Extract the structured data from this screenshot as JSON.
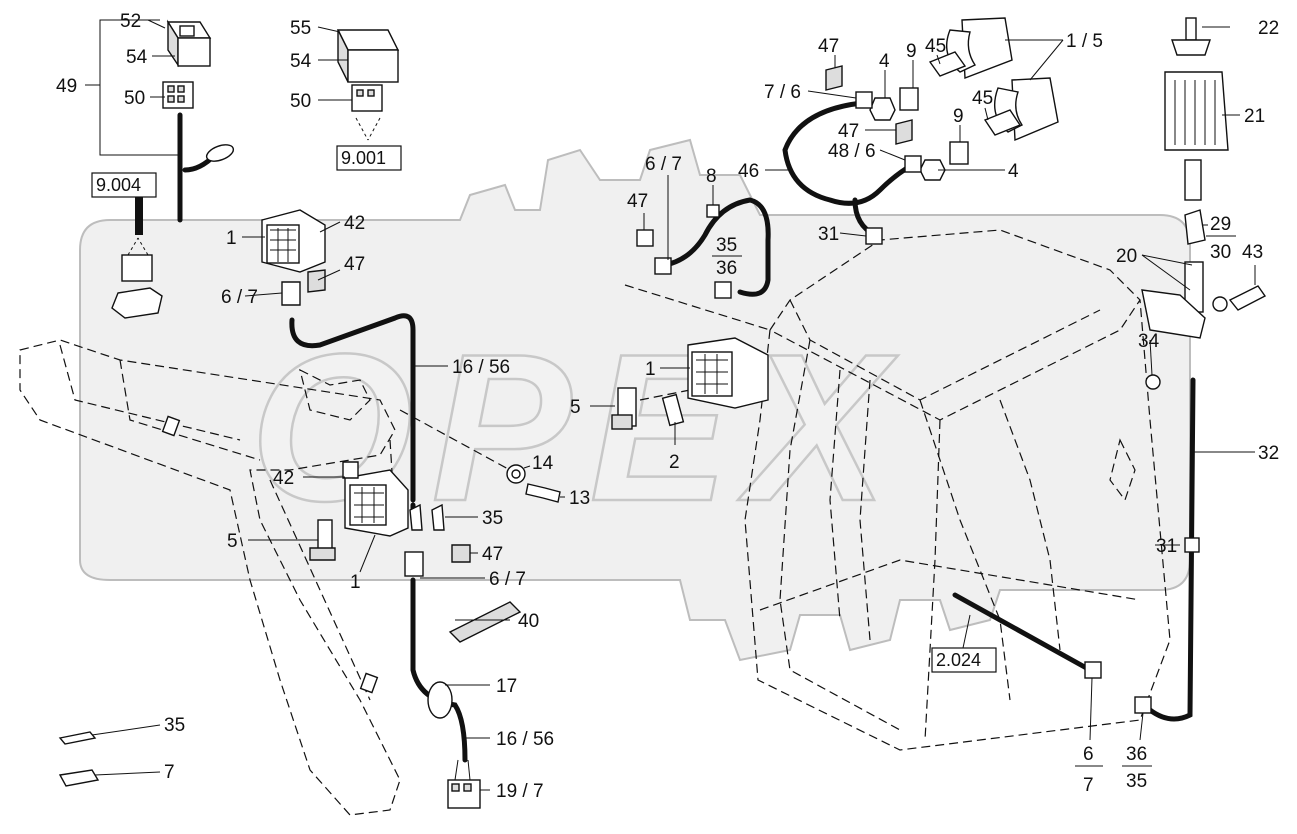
{
  "labels": {
    "l52": "52",
    "l54a": "54",
    "l49": "49",
    "l50a": "50",
    "ref9004": "9.004",
    "l55": "55",
    "l54b": "54",
    "l50b": "50",
    "ref9001": "9.001",
    "l47a": "47",
    "l4a": "4",
    "l9a": "9",
    "l45a": "45",
    "l1_5": "1 / 5",
    "l7_6": "7 / 6",
    "l47b": "47",
    "l9b": "9",
    "l45b": "45",
    "l48_6": "48 / 6",
    "l4b": "4",
    "l46": "46",
    "l8": "8",
    "l6_7a": "6 / 7",
    "l47c": "47",
    "f35n": "35",
    "f36d": "36",
    "l31a": "31",
    "l22": "22",
    "l21": "21",
    "f29n": "29",
    "f30d": "30",
    "l43": "43",
    "l20": "20",
    "l1a": "1",
    "l42a": "42",
    "l47d": "47",
    "l6_7b": "6 / 7",
    "l16_56a": "16 / 56",
    "l1b": "1",
    "l5a": "5",
    "l2": "2",
    "l34": "34",
    "l32": "32",
    "l14": "14",
    "l13": "13",
    "l42b": "42",
    "l35a": "35",
    "l5b": "5",
    "l1c": "1",
    "l47e": "47",
    "l6_7c": "6 / 7",
    "l31b": "31",
    "l40": "40",
    "ref2024": "2.024",
    "l17": "17",
    "l16_56b": "16 / 56",
    "l19_7": "19 / 7",
    "f6n": "6",
    "f7d": "7",
    "f36n": "36",
    "f35d": "35",
    "l35b": "35",
    "l7": "7"
  },
  "watermark": "OPEX",
  "colors": {
    "ink": "#111111",
    "watermark_fill": "#f0f0f0",
    "watermark_stroke": "#bdbdbd"
  }
}
